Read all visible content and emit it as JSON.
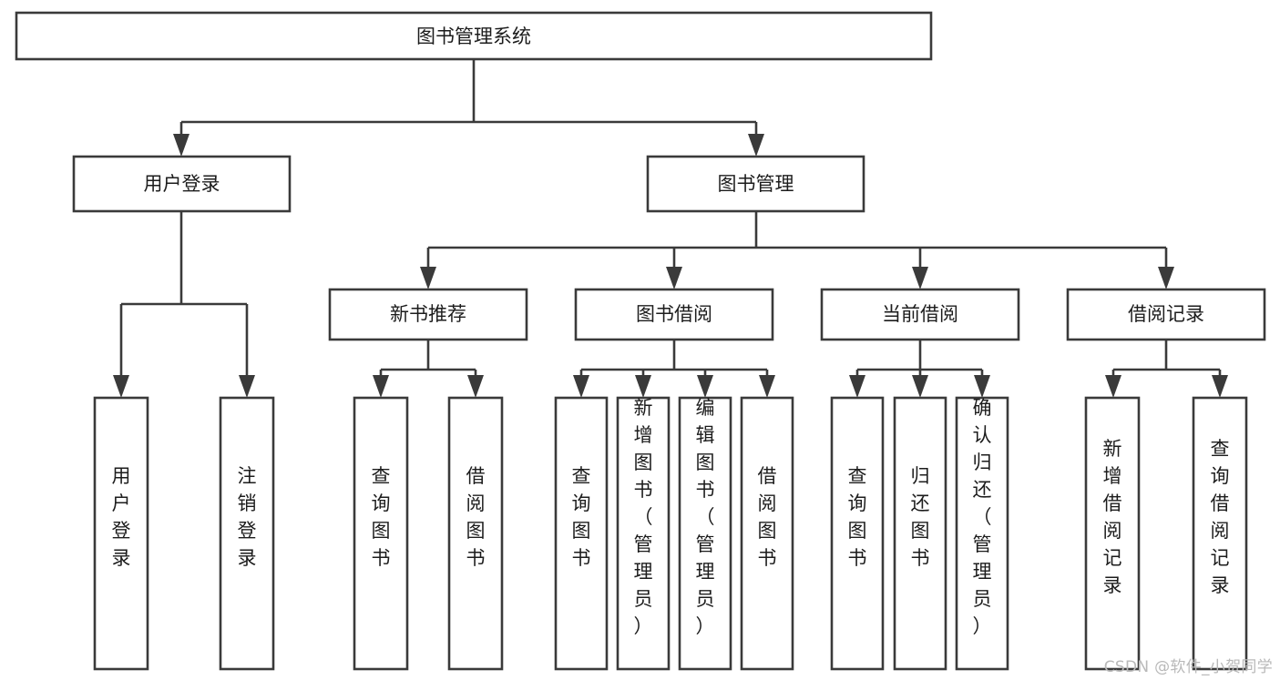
{
  "diagram": {
    "title": "图书管理系统",
    "type": "hierarchy-tree",
    "watermark": "CSDN @软件_小贺同学",
    "colors": {
      "box_stroke": "#3a3a3a",
      "box_fill": "#ffffff",
      "text": "#1c1c1c",
      "connector": "#3a3a3a",
      "background": "#ffffff",
      "watermark": "#b9b9b9"
    },
    "levels": {
      "level1": {
        "root": {
          "label": "图书管理系统"
        }
      },
      "level2": [
        {
          "label": "用户登录"
        },
        {
          "label": "图书管理"
        }
      ],
      "level3": [
        {
          "label": "新书推荐"
        },
        {
          "label": "图书借阅"
        },
        {
          "label": "当前借阅"
        },
        {
          "label": "借阅记录"
        }
      ],
      "level4": [
        {
          "label": "用户登录",
          "parent": "用户登录"
        },
        {
          "label": "注销登录",
          "parent": "用户登录"
        },
        {
          "label": "查询图书",
          "parent": "新书推荐"
        },
        {
          "label": "借阅图书",
          "parent": "新书推荐"
        },
        {
          "label": "查询图书",
          "parent": "图书借阅"
        },
        {
          "label": "新增图书（管理员）",
          "parent": "图书借阅"
        },
        {
          "label": "编辑图书（管理员）",
          "parent": "图书借阅"
        },
        {
          "label": "借阅图书",
          "parent": "图书借阅"
        },
        {
          "label": "查询图书",
          "parent": "当前借阅"
        },
        {
          "label": "归还图书",
          "parent": "当前借阅"
        },
        {
          "label": "确认归还（管理员）",
          "parent": "当前借阅"
        },
        {
          "label": "新增借阅记录",
          "parent": "借阅记录"
        },
        {
          "label": "查询借阅记录",
          "parent": "借阅记录"
        }
      ]
    }
  }
}
